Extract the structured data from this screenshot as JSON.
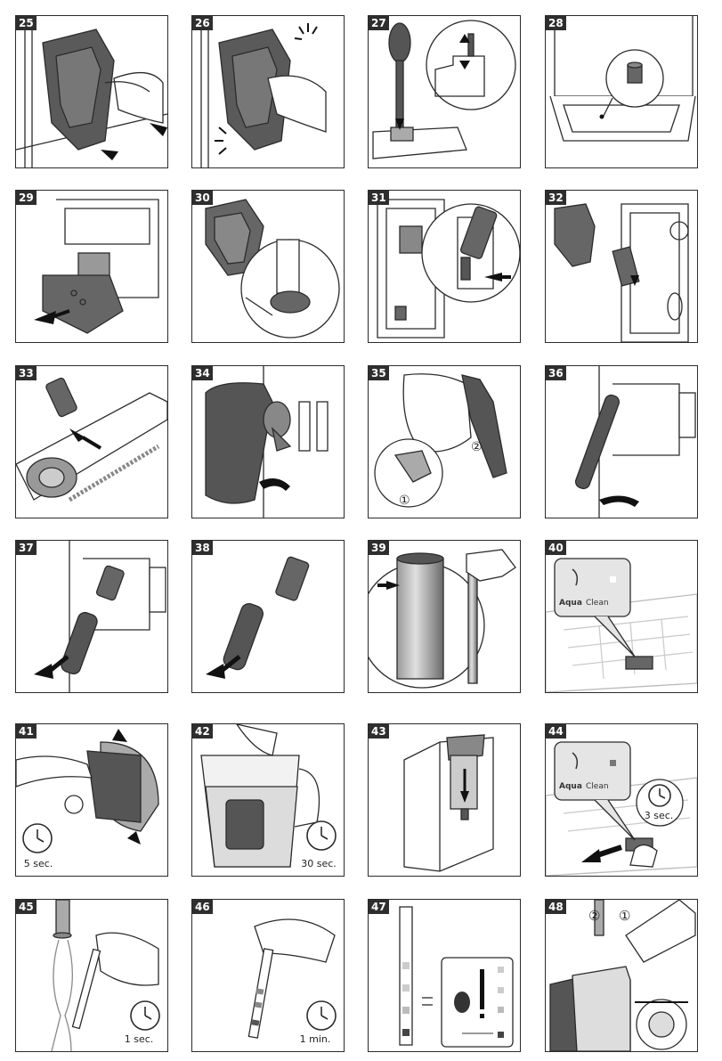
{
  "steps": [
    {
      "number": "25"
    },
    {
      "number": "26"
    },
    {
      "number": "27"
    },
    {
      "number": "28"
    },
    {
      "number": "29"
    },
    {
      "number": "30"
    },
    {
      "number": "31"
    },
    {
      "number": "32"
    },
    {
      "number": "33"
    },
    {
      "number": "34"
    },
    {
      "number": "35"
    },
    {
      "number": "36"
    },
    {
      "number": "37"
    },
    {
      "number": "38"
    },
    {
      "number": "39"
    },
    {
      "number": "40"
    },
    {
      "number": "41"
    },
    {
      "number": "42"
    },
    {
      "number": "43"
    },
    {
      "number": "44"
    },
    {
      "number": "45"
    },
    {
      "number": "46"
    },
    {
      "number": "47"
    },
    {
      "number": "48"
    }
  ],
  "labels": {
    "step35_a": "①",
    "step35_b": "②",
    "step48_a": "②",
    "step48_b": "①",
    "aqua": "Aqua",
    "clean": "Clean"
  },
  "timers": {
    "t41": "5 sec.",
    "t42": "30 sec.",
    "t44": "3 sec.",
    "t45": "1 sec.",
    "t46": "1 min."
  },
  "colors": {
    "ink": "#2b2b2b",
    "dark_part": "#555555",
    "mid_gray": "#8a8a8a",
    "light_gray": "#d9d9d9",
    "number_bg": "#2e2e2e"
  }
}
